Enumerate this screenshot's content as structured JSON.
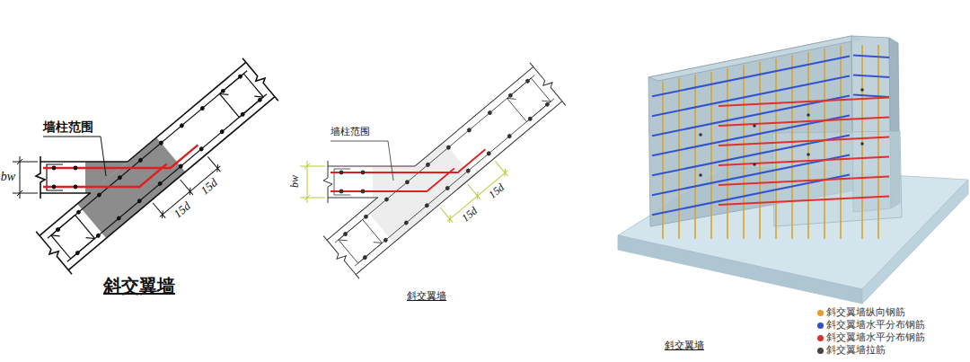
{
  "diagram": {
    "labels": [
      "墙柱范围",
      "bw",
      "15d",
      "15d",
      "斜交翼墙",
      "墙柱范围",
      "bw",
      "15d",
      "15d",
      "斜交翼墙",
      "斜交翼墙"
    ],
    "legend": [
      {
        "text": "斜交翼墙纵向钢筋",
        "color": "#e89a2c"
      },
      {
        "text": "斜交翼墙水平分布钢筋",
        "color": "#3050c8"
      },
      {
        "text": "斜交翼墙水平分布钢筋",
        "color": "#d8302c"
      },
      {
        "text": "斜交翼墙拉筋",
        "color": "#444444"
      }
    ]
  }
}
